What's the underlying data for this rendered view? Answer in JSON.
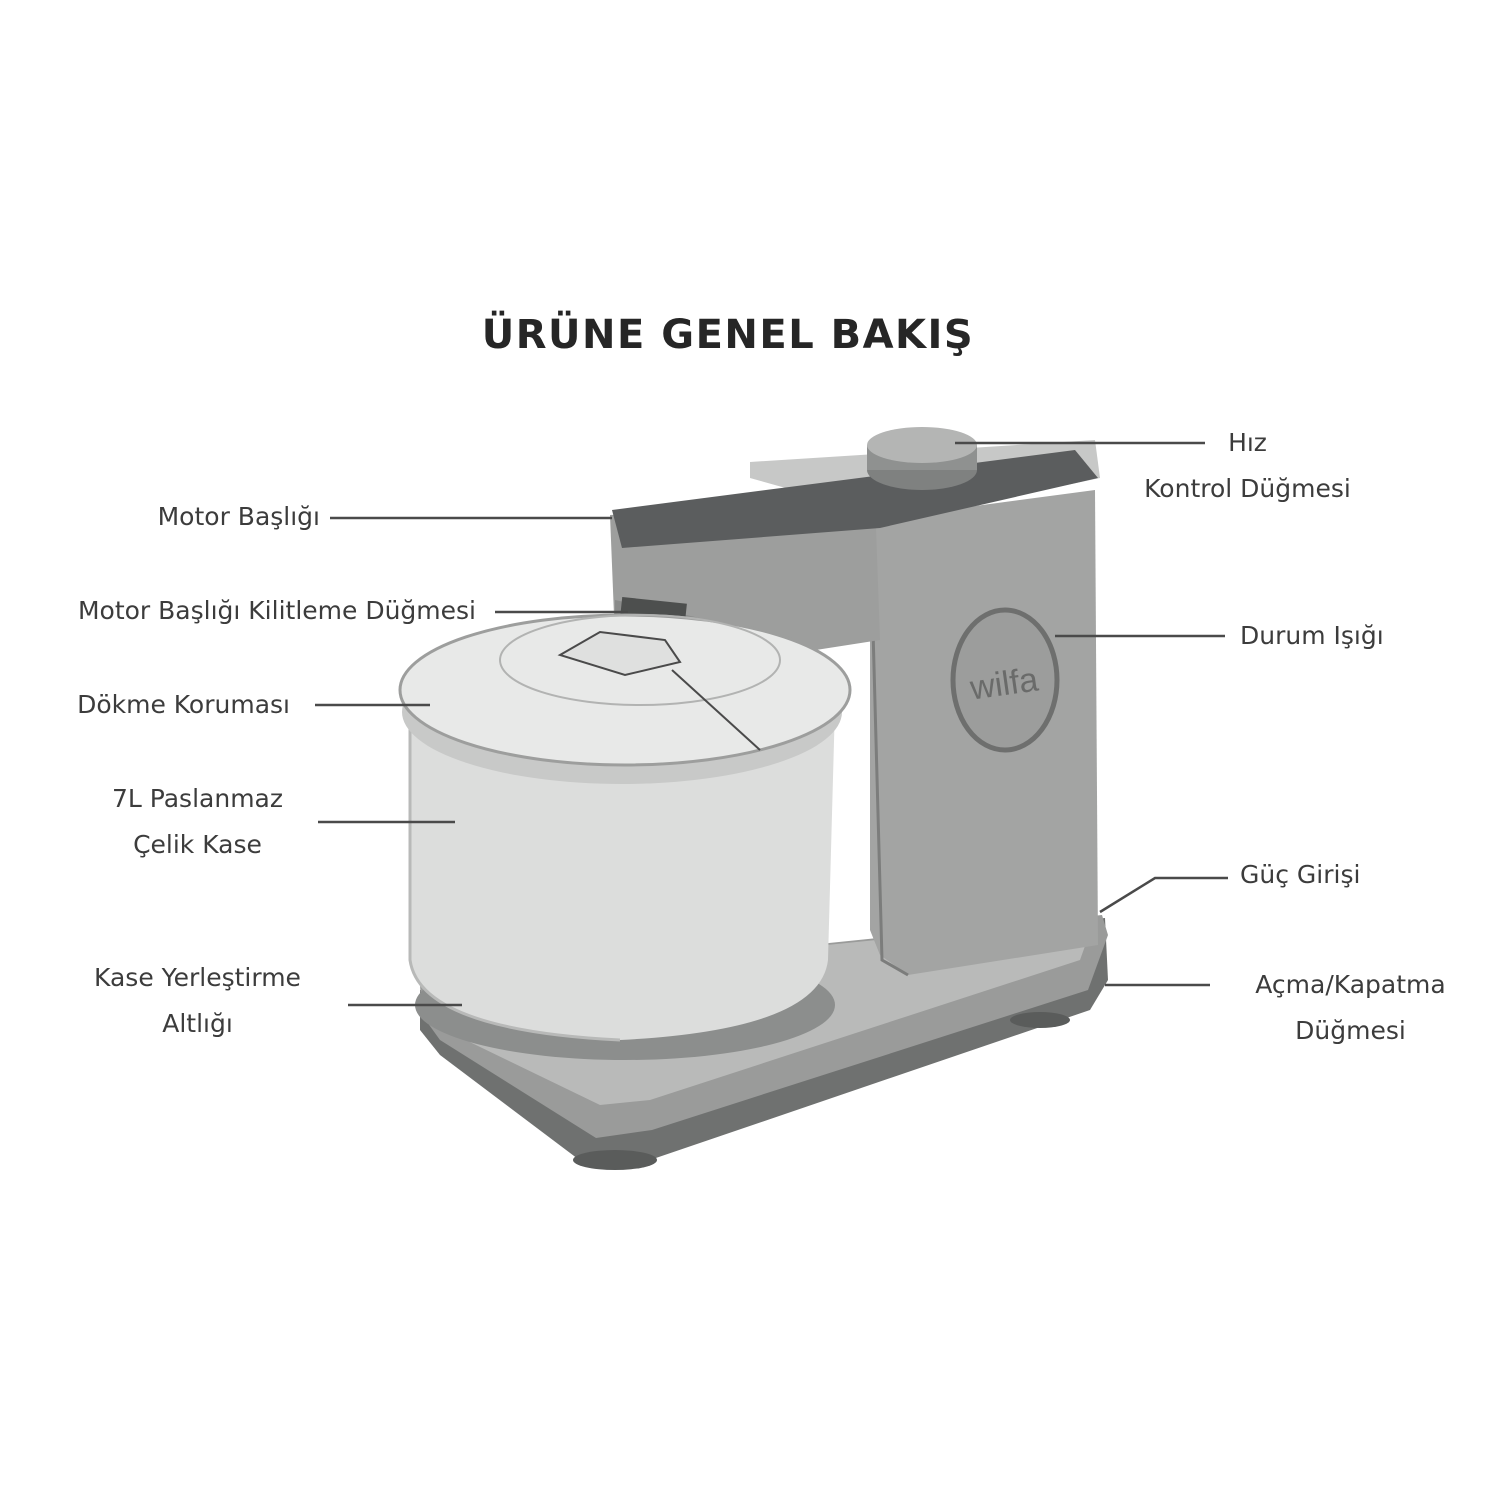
{
  "title": "ÜRÜNE GENEL BAKIŞ",
  "brand_logo": "wilfa",
  "colors": {
    "line": "#4a4a4a",
    "body": "#a9aaa9",
    "body_dark": "#8f908f",
    "bowl": "#e2e3e2",
    "top_panel": "#5b5d5e",
    "base": "#7e807f"
  },
  "labels": {
    "motor_head": "Motor Başlığı",
    "lock_button": "Motor Başlığı Kilitleme Düğmesi",
    "pour_guard": "Dökme Koruması",
    "bowl_line1": "7L Paslanmaz",
    "bowl_line2": "Çelik Kase",
    "bowl_seat_line1": "Kase Yerleştirme",
    "bowl_seat_line2": "Altlığı",
    "speed_line1": "Hız",
    "speed_line2": "Kontrol Düğmesi",
    "status_light": "Durum Işığı",
    "power_inlet": "Güç Girişi",
    "onoff_line1": "Açma/Kapatma",
    "onoff_line2": "Düğmesi"
  }
}
